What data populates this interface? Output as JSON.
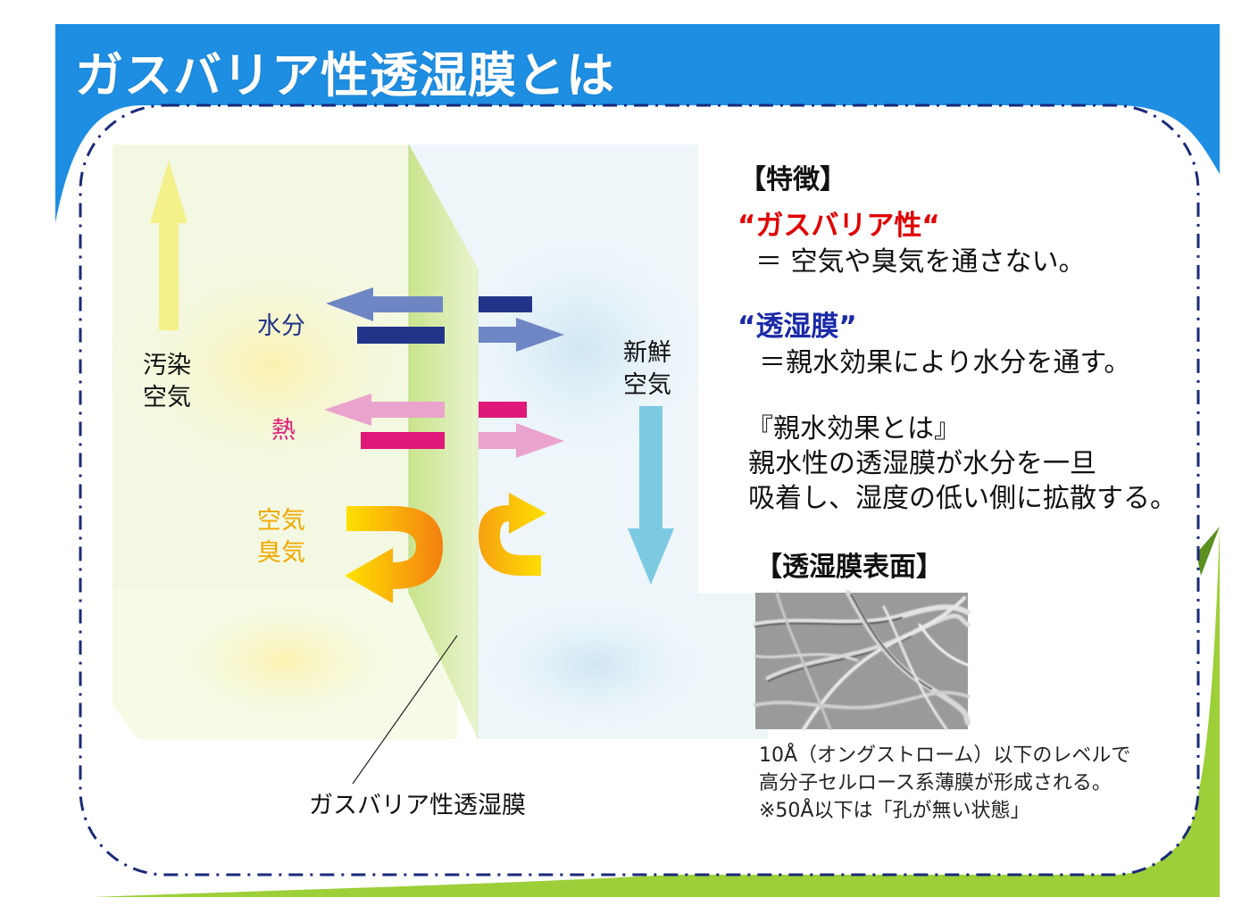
{
  "title": "ガスバリア性透湿膜とは",
  "diagram": {
    "left_side_label": [
      "汚染",
      "空気"
    ],
    "right_side_label": [
      "新鮮",
      "空気"
    ],
    "moisture_label": "水分",
    "heat_label": "熱",
    "air_odor_label": [
      "空気",
      "臭気"
    ],
    "membrane_label": "ガスバリア性透湿膜"
  },
  "features": {
    "heading": "【特徴】",
    "gas_barrier_title": "“ガスバリア性“",
    "gas_barrier_desc": "＝ 空気や臭気を通さない。",
    "moisture_title": "“透湿膜”",
    "moisture_desc": "＝親水効果により水分を通す。",
    "hydrophilic_title": "『親水効果とは』",
    "hydrophilic_lines": [
      "親水性の透湿膜が水分を一旦",
      "吸着し、湿度の低い側に拡散する。"
    ]
  },
  "surface": {
    "heading": "【透湿膜表面】",
    "caption_lines": [
      "10Å（オングストローム）以下のレベルで",
      "高分子セルロース系薄膜が形成される。",
      "※50Å以下は「孔が無い状態」"
    ]
  },
  "colors": {
    "header_blue": "#1e8ee2",
    "green_band": "#9ccf38",
    "border_navy": "#1a2a7a",
    "moisture_dark": "#22348a",
    "moisture_light": "#6f86c4",
    "heat_dark": "#e0187a",
    "heat_light": "#eaa3cc",
    "air_arrow": "#f7b400",
    "pollution_arrow": "#f4f08a",
    "fresh_arrow": "#7cc9e2"
  }
}
